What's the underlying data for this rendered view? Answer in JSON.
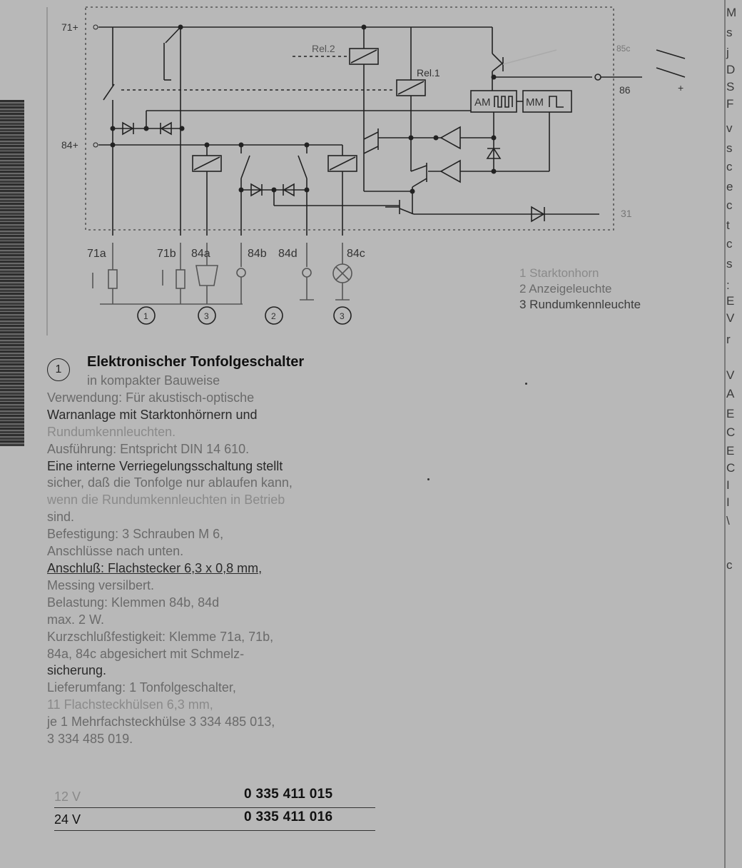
{
  "diagram": {
    "terminals_left": [
      "71+",
      "84+"
    ],
    "relays": [
      "Rel.2",
      "Rel.1"
    ],
    "outputs_right": [
      "85c",
      "86",
      "+",
      "31"
    ],
    "modules": [
      "AM",
      "MM"
    ],
    "pins": [
      "71a",
      "71b",
      "84a",
      "84b",
      "84d",
      "84c"
    ],
    "circle_numbers": [
      "1",
      "3",
      "2",
      "3"
    ]
  },
  "legend": [
    "1 Starktonhorn",
    "2 Anzeigeleuchte",
    "3 Rundumkennleuchte"
  ],
  "article": {
    "number": "1",
    "title": "Elektronischer Tonfolgeschalter",
    "lines": [
      "in kompakter Bauweise",
      "Verwendung: Für akustisch-optische",
      "Warnanlage mit Starktonhörnern und",
      "Rundumkennleuchten.",
      "Ausführung: Entspricht DIN 14 610.",
      "Eine interne Verriegelungsschaltung stellt",
      "sicher, daß die Tonfolge nur ablaufen kann,",
      "wenn die Rundumkennleuchten in Betrieb",
      "sind.",
      "Befestigung: 3 Schrauben M 6,",
      "Anschlüsse nach unten.",
      "Anschluß: Flachstecker 6,3 x 0,8 mm,",
      "Messing versilbert.",
      "Belastung: Klemmen 84b, 84d",
      "max. 2 W.",
      "Kurzschlußfestigkeit: Klemme 71a, 71b,",
      "84a, 84c abgesichert mit Schmelz-",
      "sicherung.",
      "Lieferumfang: 1 Tonfolgeschalter,",
      "11 Flachsteckhülsen 6,3 mm,",
      "je 1 Mehrfachsteckhülse 3 334 485 013,",
      "3 334 485 019."
    ],
    "order_table": [
      {
        "voltage": "12 V",
        "number": "0 335 411 015"
      },
      {
        "voltage": "24 V",
        "number": "0 335 411 016"
      }
    ]
  },
  "right_column_fragments": [
    "M",
    "s",
    "j",
    "D",
    "S",
    "F",
    "v",
    "s",
    "c",
    "e",
    "c",
    "t",
    "c",
    "s",
    ":",
    "E",
    "V",
    "r",
    "V",
    "A",
    "E",
    "C",
    "E",
    "C",
    "I",
    "I",
    "\\",
    "c"
  ]
}
